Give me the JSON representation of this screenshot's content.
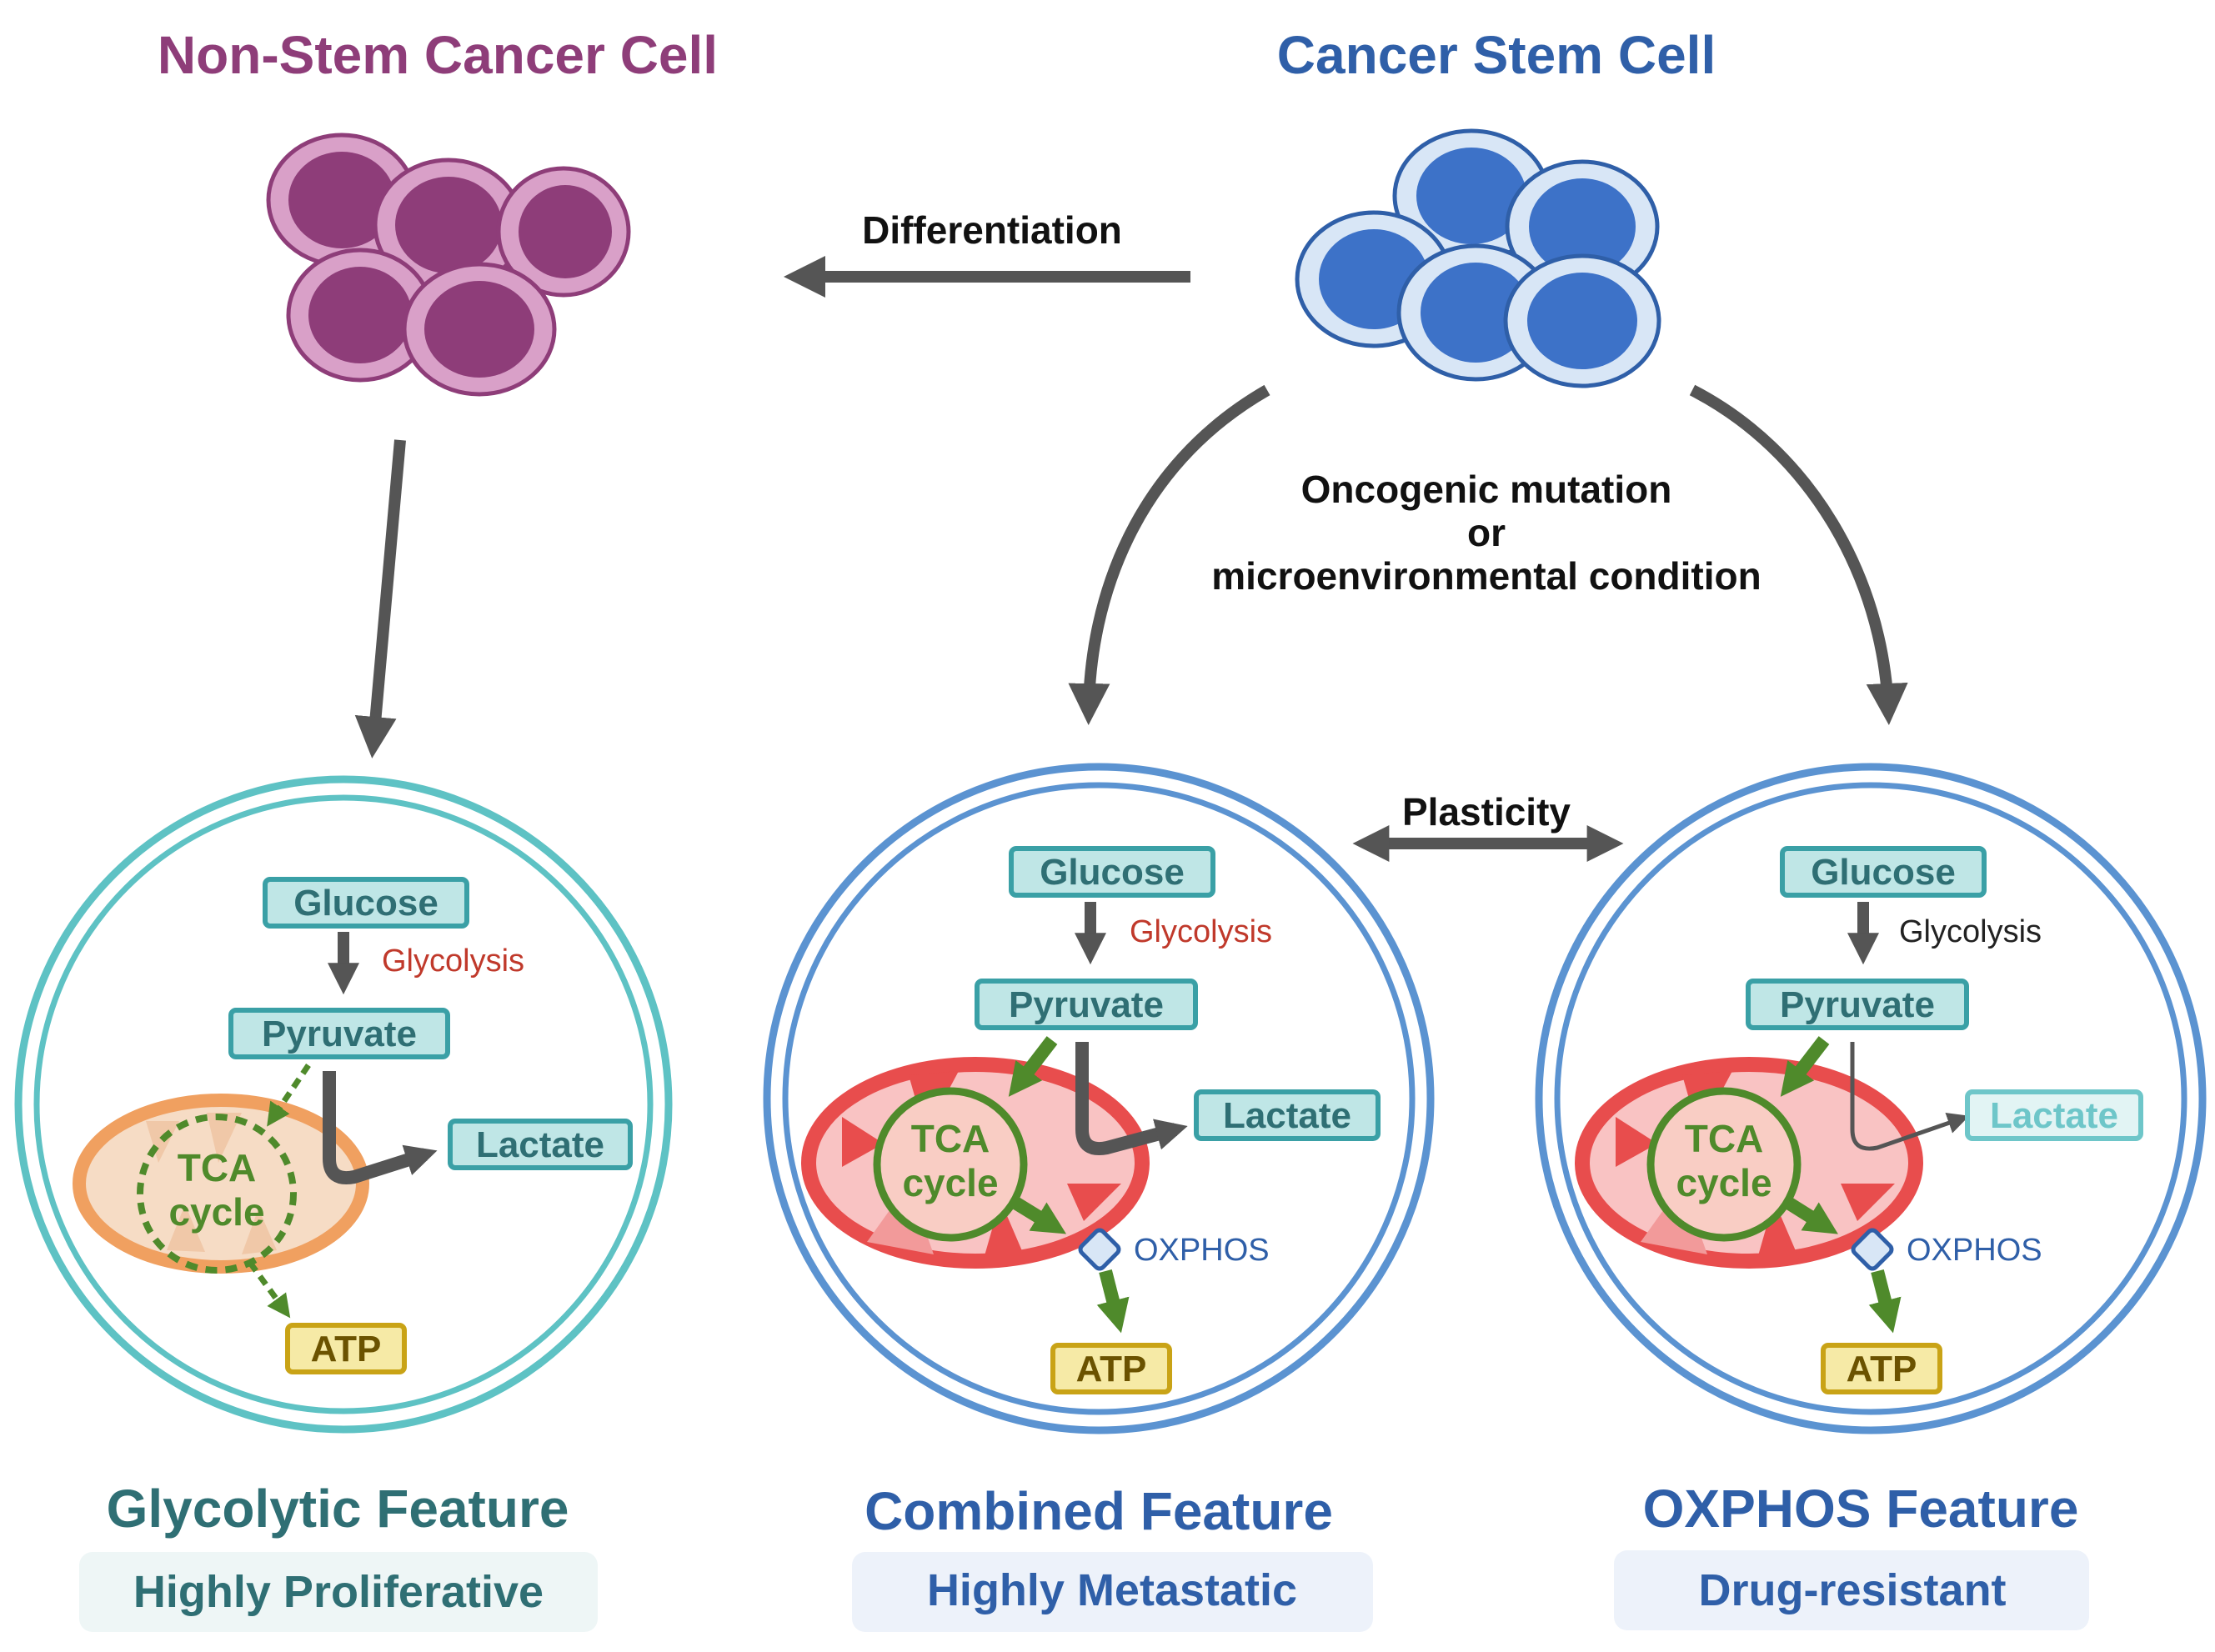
{
  "top": {
    "non_stem_title": "Non-Stem Cancer Cell",
    "stem_title": "Cancer Stem Cell",
    "differentiation": "Differentiation",
    "condition_line1": "Oncogenic mutation",
    "condition_line2": "or",
    "condition_line3": "microenvironmental condition",
    "plasticity": "Plasticity"
  },
  "cells": [
    {
      "glucose": "Glucose",
      "glycolysis": "Glycolysis",
      "pyruvate": "Pyruvate",
      "lactate": "Lactate",
      "tca_line1": "TCA",
      "tca_line2": "cycle",
      "atp": "ATP",
      "feature": "Glycolytic Feature",
      "subtitle": "Highly Proliferative"
    },
    {
      "glucose": "Glucose",
      "glycolysis": "Glycolysis",
      "pyruvate": "Pyruvate",
      "lactate": "Lactate",
      "tca_line1": "TCA",
      "tca_line2": "cycle",
      "oxphos": "OXPHOS",
      "atp": "ATP",
      "feature": "Combined Feature",
      "subtitle": "Highly Metastatic"
    },
    {
      "glucose": "Glucose",
      "glycolysis": "Glycolysis",
      "pyruvate": "Pyruvate",
      "lactate": "Lactate",
      "tca_line1": "TCA",
      "tca_line2": "cycle",
      "oxphos": "OXPHOS",
      "atp": "ATP",
      "feature": "OXPHOS Feature",
      "subtitle": "Drug-resistant"
    }
  ],
  "colors": {
    "non_stem": "#8e3d79",
    "stem": "#2f5fa8",
    "glycolytic_ring": "#5ec2c4",
    "stem_ring": "#5b93d1",
    "glycolysis_active": "#c0392b",
    "glycolysis_normal": "#222222",
    "mito_red": "#e84d4d",
    "mito_orange": "#f0a060",
    "arrow_green": "#4f8a2b",
    "arrow_grey": "#555555"
  }
}
